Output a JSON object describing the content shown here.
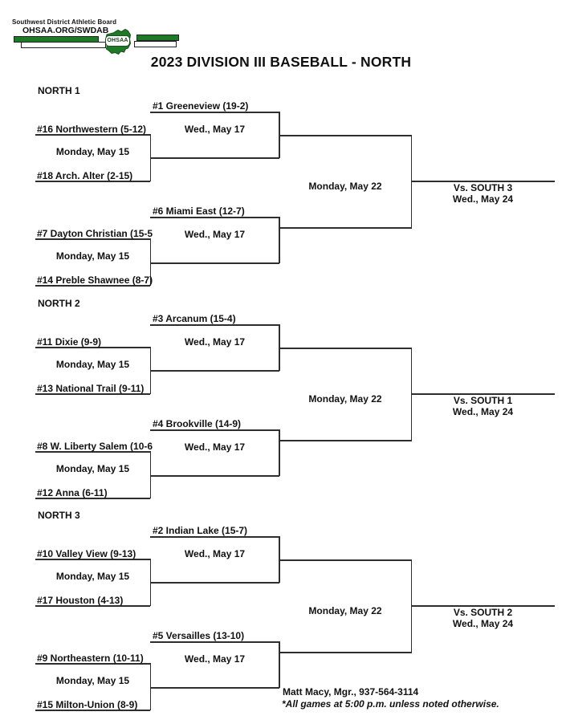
{
  "header": {
    "org_name": "Southwest District Athletic Board",
    "org_site": "OHSAA.ORG/SWDAB",
    "logo_acronym": "OHSAA",
    "title": "2023 DIVISION III BASEBALL - NORTH"
  },
  "colors": {
    "logo_green": "#1f7a28",
    "line": "#2e2e2e",
    "text": "#111111"
  },
  "sections": [
    {
      "label": "NORTH 1",
      "bracket_a": {
        "seed": "#1 Greeneview (19-2)",
        "team1": "#16 Northwestern (5-12)",
        "playin_date": "Monday, May 15",
        "team2": "#18 Arch. Alter (2-15)",
        "game_date": "Wed., May 17"
      },
      "bracket_b": {
        "seed": "#6 Miami East (12-7)",
        "team1": "#7 Dayton Christian (15-5",
        "playin_date": "Monday, May 15",
        "team2": "#14 Preble Shawnee (8-7)",
        "game_date": "Wed., May 17"
      },
      "final": {
        "date": "Monday, May 22",
        "advance_to": "Vs. SOUTH 3",
        "advance_date": "Wed., May 24"
      }
    },
    {
      "label": "NORTH 2",
      "bracket_a": {
        "seed": "#3 Arcanum (15-4)",
        "team1": "#11 Dixie (9-9)",
        "playin_date": "Monday, May 15",
        "team2": "#13 National Trail (9-11)",
        "game_date": "Wed., May 17"
      },
      "bracket_b": {
        "seed": "#4 Brookville (14-9)",
        "team1": "#8 W. Liberty Salem (10-6",
        "playin_date": "Monday, May 15",
        "team2": "#12 Anna (6-11)",
        "game_date": "Wed., May 17"
      },
      "final": {
        "date": "Monday, May 22",
        "advance_to": "Vs. SOUTH 1",
        "advance_date": "Wed., May 24"
      }
    },
    {
      "label": "NORTH 3",
      "bracket_a": {
        "seed": "#2 Indian Lake (15-7)",
        "team1": "#10 Valley View (9-13)",
        "playin_date": "Monday, May 15",
        "team2": "#17 Houston (4-13)",
        "game_date": "Wed., May 17"
      },
      "bracket_b": {
        "seed": "#5 Versailles (13-10)",
        "team1": "#9 Northeastern (10-11)",
        "playin_date": "Monday, May 15",
        "team2": "#15 Milton-Union (8-9)",
        "game_date": "Wed., May 17"
      },
      "final": {
        "date": "Monday, May 22",
        "advance_to": "Vs. SOUTH 2",
        "advance_date": "Wed., May 24"
      }
    }
  ],
  "footer": {
    "manager": "Matt Macy, Mgr., 937-564-3114",
    "note": "*All games at 5:00 p.m. unless noted otherwise."
  }
}
